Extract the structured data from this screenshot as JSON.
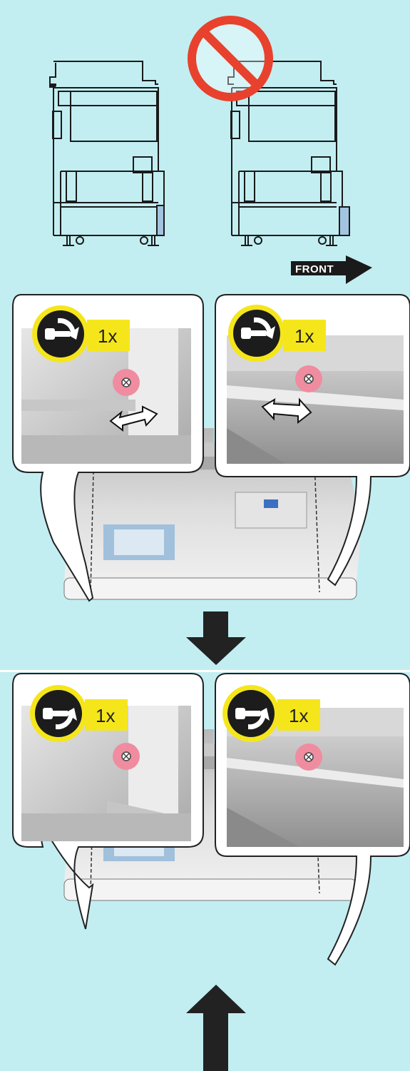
{
  "colors": {
    "background": "#c2eef2",
    "prohibit_red": "#e8412d",
    "callout_yellow": "#f5e61c",
    "screw_marker_pink": "#f08ca0",
    "photo_gray": "#d9d9d9",
    "arrow_black": "#222222"
  },
  "step1": {
    "prohibition_icon": "no-sign-icon",
    "front_label": "FRONT",
    "left_callout": {
      "qty": "1x",
      "action": "loosen",
      "icon": "screw-loosen-icon"
    },
    "right_callout": {
      "qty": "1x",
      "action": "loosen",
      "icon": "screw-loosen-icon"
    }
  },
  "transition_arrow": "arrow-down-icon",
  "step2": {
    "left_callout": {
      "qty": "1x",
      "action": "tighten",
      "icon": "screw-tighten-icon"
    },
    "right_callout": {
      "qty": "1x",
      "action": "tighten",
      "icon": "screw-tighten-icon"
    },
    "insert_arrow": "arrow-up-icon"
  }
}
